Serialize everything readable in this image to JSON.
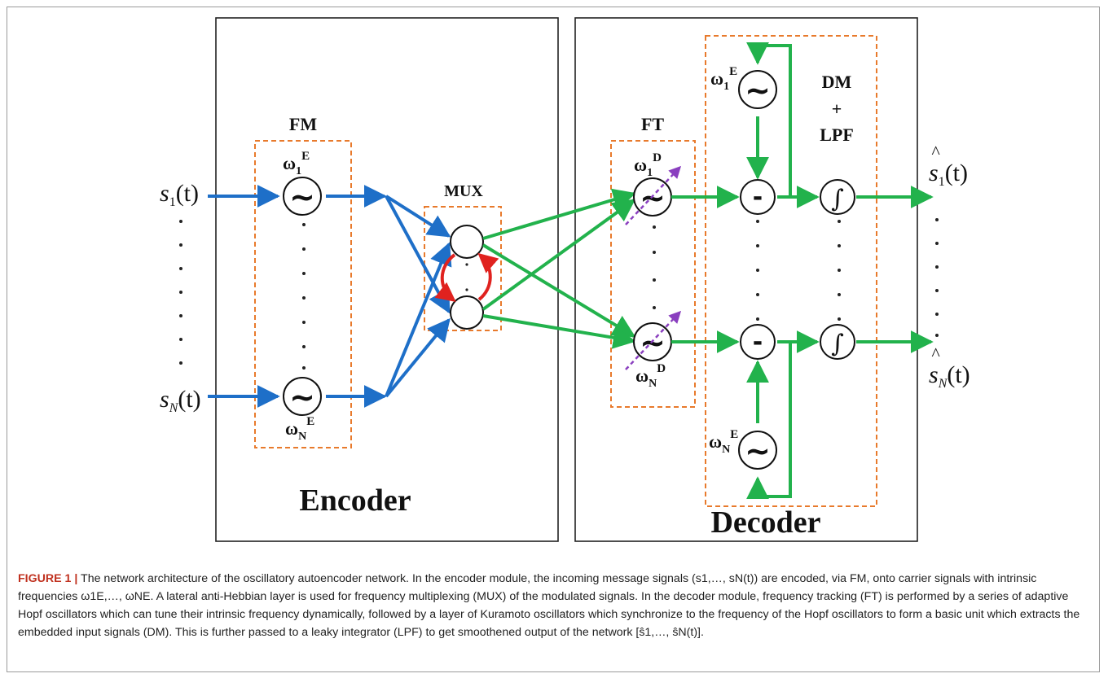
{
  "diagram": {
    "encoder_label": "Encoder",
    "decoder_label": "Decoder",
    "fm_label": "FM",
    "mux_label": "MUX",
    "ft_label": "FT",
    "dm_label": "DM",
    "plus_label": "+",
    "lpf_label": "LPF",
    "omega": "ω",
    "sub_1": "1",
    "sub_N": "N",
    "sup_E": "E",
    "sup_D": "D",
    "tilde": "~",
    "minus": "-",
    "integral": "∫",
    "s": "s",
    "t_paren": "(t)",
    "hat": "^",
    "colors": {
      "blue": "#1e6fc8",
      "green": "#22b24c",
      "red": "#e0221f",
      "orange": "#e87a2c",
      "purple": "#8a3fbf"
    }
  },
  "caption": {
    "label": "FIGURE 1 |",
    "text": "The network architecture of the oscillatory autoencoder network. In the encoder module, the incoming message signals (s1,…, sN(t)) are encoded, via FM, onto carrier signals with intrinsic frequencies ω1E,…, ωNE. A lateral anti-Hebbian layer is used for frequency multiplexing (MUX) of the modulated signals. In the decoder module, frequency tracking (FT) is performed by a series of adaptive Hopf oscillators which can tune their intrinsic frequency dynamically, followed by a layer of Kuramoto oscillators which synchronize to the frequency of the Hopf oscillators to form a basic unit which extracts the embedded input signals (DM). This is further passed to a leaky integrator (LPF) to get smoothened output of the network [ŝ1,…, ŝN(t)]."
  }
}
